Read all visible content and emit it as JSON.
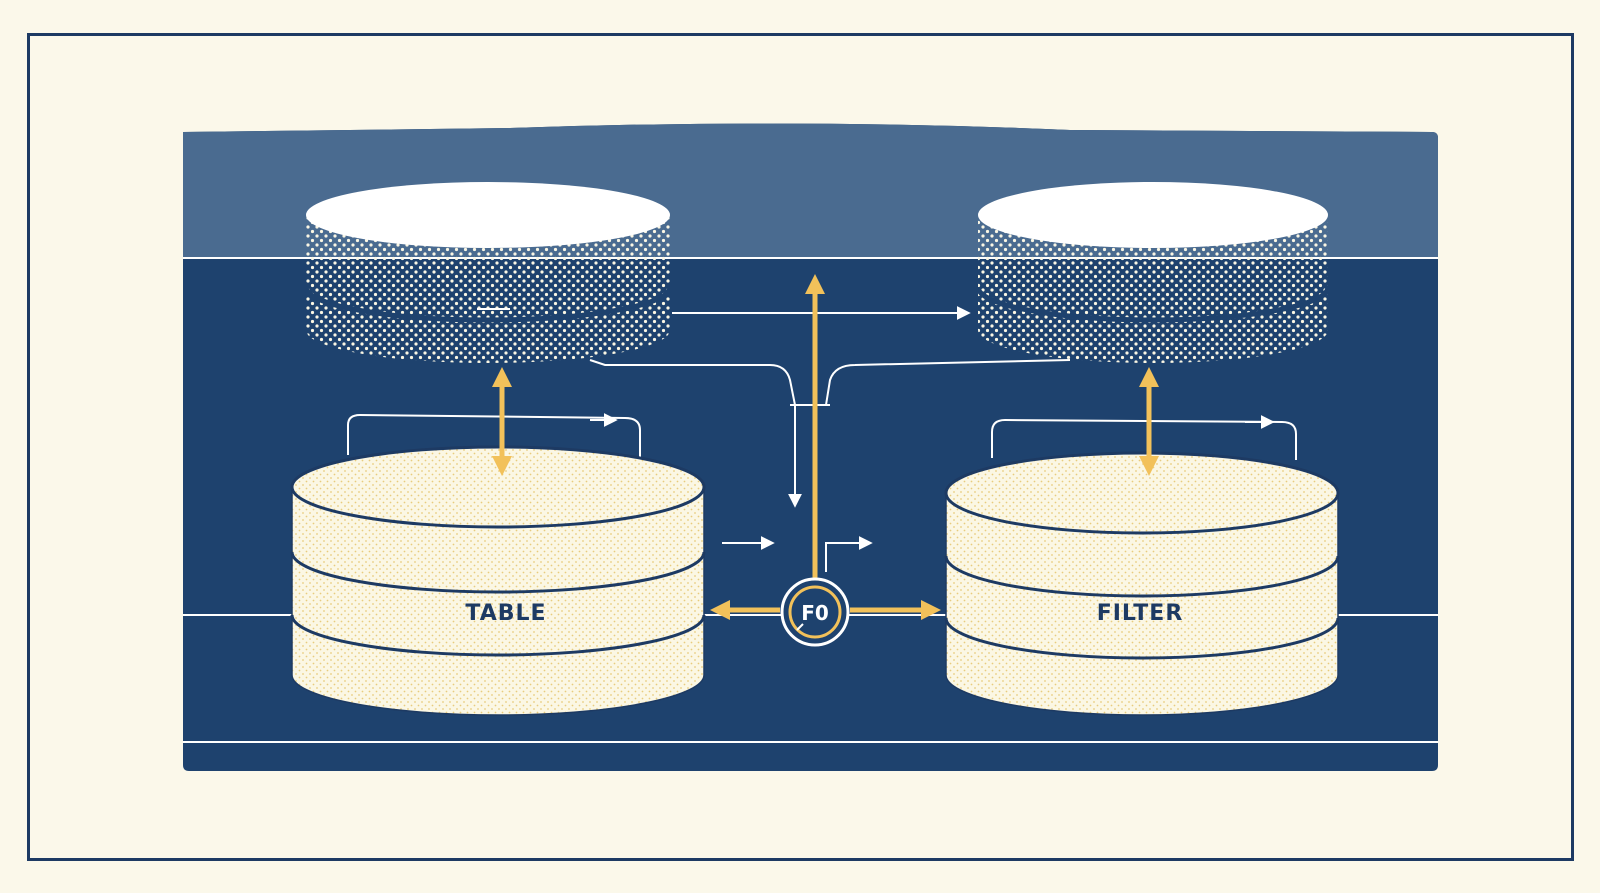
{
  "diagram": {
    "left_store_label": "TABLE",
    "right_store_label": "FILTER",
    "center_node_label": "F0"
  },
  "colors": {
    "background": "#fbf8ea",
    "panel": "#1e426e",
    "panel_top": "#4a6b90",
    "frame": "#1d3a63",
    "cream": "#fbf7e4",
    "accent": "#f2c15a",
    "text": "#1d3a63"
  }
}
